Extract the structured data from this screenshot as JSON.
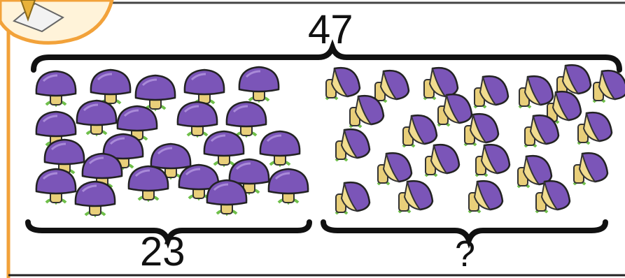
{
  "problem": {
    "total": "47",
    "left_group_count": "23",
    "right_group_count": "?"
  },
  "groups": {
    "left": {
      "icon": "mushroom-icon-front-view",
      "count": 23,
      "cap_color": "#7b55b8"
    },
    "right": {
      "icon": "mushroom-icon-side-view",
      "count": 24,
      "cap_color": "#7b55b8"
    }
  },
  "colors": {
    "frame_orange": "#f2a23a",
    "brace": "#111111",
    "cap_purple": "#7b55b8",
    "stem_yellow": "#e9cf7a",
    "grass_green": "#6fbf4a"
  },
  "decor": {
    "corner_icon": "notebook-pencil-icon"
  }
}
